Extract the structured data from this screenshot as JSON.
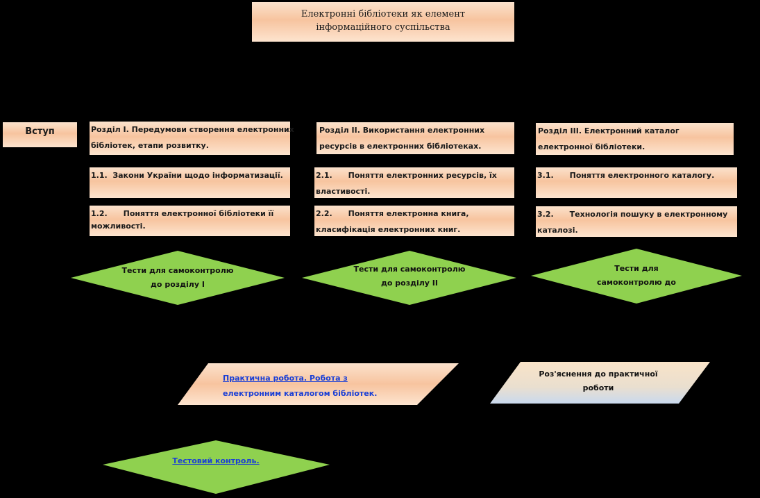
{
  "title": {
    "line1": "Електронні бібліотеки як елемент",
    "line2": "інформаційного суспільства"
  },
  "intro": "Вступ",
  "sections": [
    {
      "heading": [
        "Розділ І. Передумови створення електронних",
        "бібліотек, етапи розвитку."
      ],
      "items": [
        [
          "1.1.  Закони України щодо інформатизації."
        ],
        [
          "1.2.      Поняття електронної бібліотеки її",
          "можливості."
        ]
      ],
      "test": [
        "Тести для самоконтролю",
        "до розділу І"
      ]
    },
    {
      "heading": [
        "Розділ ІІ. Використання електронних",
        "ресурсів в електронних бібліотеках."
      ],
      "items": [
        [
          "2.1.      Поняття електронних ресурсів, їх",
          "властивості."
        ],
        [
          "2.2.      Поняття електронна книга,",
          "класифікація електронних книг."
        ]
      ],
      "test": [
        "Тести для самоконтролю",
        "до розділу ІІ"
      ]
    },
    {
      "heading": [
        "Розділ ІІІ. Електронний каталог",
        "електронної бібліотеки."
      ],
      "items": [
        [
          "3.1.      Поняття електронного каталогу."
        ],
        [
          "3.2.      Технологія пошуку в електронному",
          "каталозі."
        ]
      ],
      "test": [
        "Тести для",
        "самоконтролю до"
      ]
    }
  ],
  "practical": [
    "Практична робота. Робота з",
    "електронним каталогом бібліотек."
  ],
  "explanation": [
    "Роз'яснення до практичної",
    "роботи"
  ],
  "final_test": "Тестовий контроль.",
  "colors": {
    "background": "#000000",
    "diamond": "#8fd14f",
    "box_peach": "#f7c49f",
    "link": "#1a3fd6"
  }
}
